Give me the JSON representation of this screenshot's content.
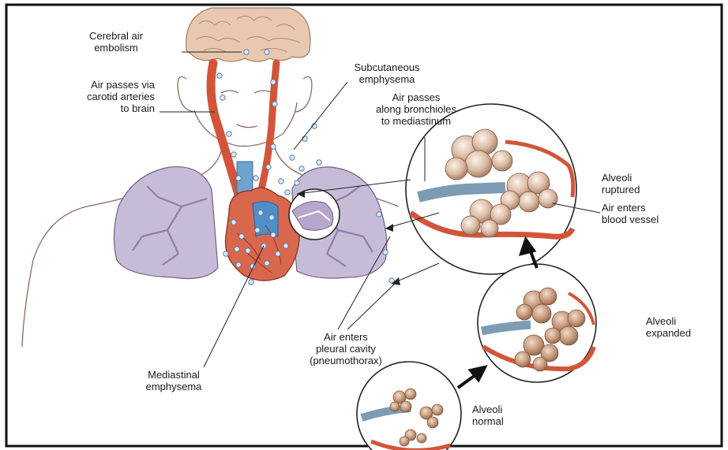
{
  "labels": {
    "cerebral_air_embolism": "Cerebral air\nembolism",
    "carotid": "Air passes via\ncarotid arteries\nto brain",
    "subcutaneous": "Subcutaneous\nemphysema",
    "bronchioles": "Air passes\nalong bronchioles\nto mediastinum",
    "alveoli_ruptured": "Alveoli\nruptured",
    "air_enters_vessel": "Air enters\nblood vessel",
    "alveoli_expanded": "Alveoli\nexpanded",
    "alveoli_normal": "Alveoli\nnormal",
    "pleural": "Air enters\npleural cavity\n(pneumothorax)",
    "mediastinal": "Mediastinal\nemphysema"
  },
  "colors": {
    "frame": "#111111",
    "skin_line": "#8a6d60",
    "brain": "#e8c9b0",
    "lung": "#c7bcd8",
    "lung_airway": "#8f7fa8",
    "artery": "#d2553a",
    "heart": "#d9674e",
    "heart_blue": "#4f8fc8",
    "bubble_fill": "#dce9f5",
    "bubble_stroke": "#5b7fa8",
    "alveolus": "#d8b8a0",
    "bronchiole": "#7e9bb4"
  }
}
